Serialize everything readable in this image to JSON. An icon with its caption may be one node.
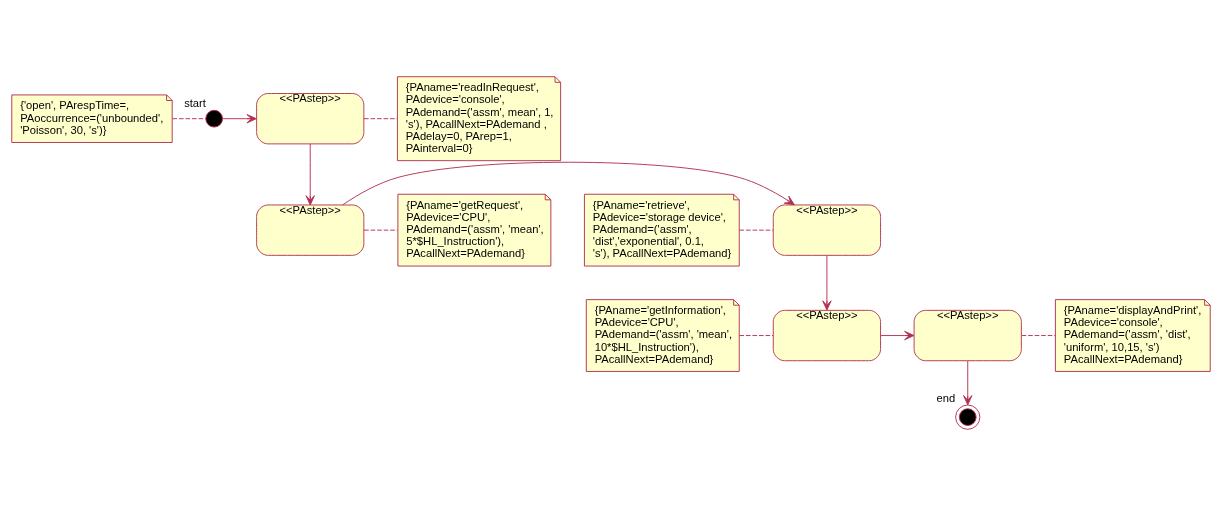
{
  "diagram": {
    "nodes": [
      {
        "text": [
          "{'open', PArespTime=, PAoccurrence=('unbounded', 'Poisson', 30, 's')}"
        ]
      },
      {
        "text": [],
        "shape": "circle",
        "beside": [
          "start"
        ]
      },
      {
        "text": [
          "<<PAstep>>"
        ]
      },
      {
        "text": [
          "{PAname='readInRequest', PAdevice='console', PAdemand=('assm', mean', 1, 's'), PAcallNext=PAdemand , PAdelay=0, PArep=1, PAinterval=0}"
        ]
      },
      {
        "text": [
          "{PAname='retrieve', PAdevice='storage device', PAdemand=('assm', 'dist','exponential', 0.1, 's'), PAcallNext=PAdemand}"
        ]
      },
      {
        "text": [
          "<<PAstep>>"
        ]
      },
      {
        "text": [
          "<<PAstep>>"
        ]
      },
      {
        "text": [
          "{PAname='getRequest', PAdevice='CPU', PAdemand=('assm', 'mean', 5*$HL_Instruction'), PAcallNext=PAdemand}"
        ]
      },
      {
        "text": [
          "{PAname='getInformation', PAdevice='CPU', PAdemand=('assm', 'mean', 10*$HL_Instruction'), PAcallNext=PAdemand}"
        ]
      },
      {
        "text": [
          "<<PAstep>>"
        ]
      },
      {
        "text": [
          "<<PAstep>>"
        ]
      },
      {
        "text": [
          "{PAname='displayAndPrint', PAdevice='console', PAdemand=('assm', 'dist', 'uniform', 10,15, 's') PAcallNext=PAdemand}"
        ]
      },
      {
        "text": [],
        "shape": "circle",
        "beside": [
          "end"
        ]
      }
    ],
    "edges": [
      {
        "from": 0,
        "to": 1,
        "arrow": "none",
        "style": "dashed"
      },
      {
        "from": 1,
        "to": 2,
        "arrow": "to"
      },
      {
        "from": 2,
        "to": 3,
        "arrow": "none",
        "style": "dashed"
      },
      {
        "from": 2,
        "to": 6,
        "arrow": "to"
      },
      {
        "from": 6,
        "to": 5,
        "arrow": "to"
      },
      {
        "from": 4,
        "to": 5,
        "arrow": "none",
        "style": "dashed"
      },
      {
        "from": 6,
        "to": 7,
        "arrow": "none",
        "style": "dashed"
      },
      {
        "from": 5,
        "to": 9,
        "arrow": "to"
      },
      {
        "from": 8,
        "to": 9,
        "arrow": "none",
        "style": "dashed"
      },
      {
        "from": 9,
        "to": 10,
        "arrow": "to"
      },
      {
        "from": 10,
        "to": 11,
        "arrow": "none",
        "style": "dashed"
      },
      {
        "from": 10,
        "to": 12,
        "arrow": "to"
      }
    ]
  }
}
